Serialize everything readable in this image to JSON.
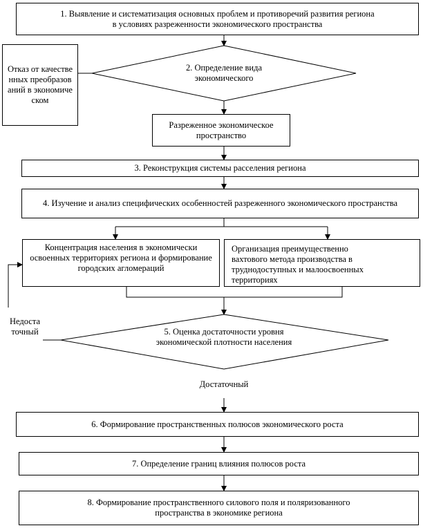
{
  "steps": {
    "s1": "1. Выявление и систематизация основных проблем и противоречий развития региона в условиях разреженности экономического пространства",
    "s2": "2. Определение вида экономического",
    "rarefied": "Разреженное экономическое пространство",
    "refusal": "Отказ от качественных преобразований в экономическом",
    "s3": "3. Реконструкция системы расселения региона",
    "s4": "4. Изучение и анализ специфических особенностей разреженного экономического пространства",
    "branch_left": "Концентрация населения в экономически освоенных территориях региона и формирование городских агломераций",
    "branch_right": "Организация преимущественно вахтового метода производства в труднодоступных и малоосвоенных территориях",
    "s5": "5. Оценка достаточности уровня экономической плотности населения",
    "insufficient": "Недостаточный",
    "sufficient": "Достаточный",
    "s6": "6. Формирование пространственных полюсов экономического роста",
    "s7": "7. Определение границ влияния полюсов роста",
    "s8": "8. Формирование пространственного силового поля и поляризованного пространства в экономике региона"
  }
}
